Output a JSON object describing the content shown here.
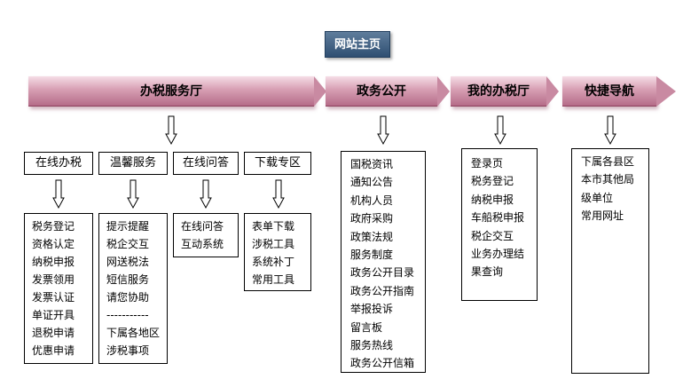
{
  "home": {
    "label": "网站主页"
  },
  "bands": [
    {
      "label": "办税服务厅"
    },
    {
      "label": "政务公开"
    },
    {
      "label": "我的办税厅"
    },
    {
      "label": "快捷导航"
    }
  ],
  "service_hall": {
    "categories": [
      {
        "label": "在线办税",
        "items": [
          "税务登记",
          "资格认定",
          "纳税申报",
          "发票领用",
          "发票认证",
          "单证开具",
          "退税申请",
          "优惠申请"
        ]
      },
      {
        "label": "温馨服务",
        "items": [
          "提示提醒",
          "税企交互",
          "网送税法",
          "短信服务",
          "请您协助",
          "-----------",
          "下属各地区",
          "涉税事项"
        ]
      },
      {
        "label": "在线问答",
        "items": [
          "在线问答",
          "互动系统"
        ]
      },
      {
        "label": "下载专区",
        "items": [
          "表单下载",
          "涉税工具",
          "系统补丁",
          "常用工具"
        ]
      }
    ]
  },
  "gov_affairs": {
    "items": [
      "国税资讯",
      "通知公告",
      "机构人员",
      "政府采购",
      "政策法规",
      "服务制度",
      "政务公开目录",
      "政务公开指南",
      "举报投诉",
      "留言板",
      "服务热线",
      "政务公开信箱"
    ]
  },
  "my_office": {
    "items": [
      "登录页",
      "税务登记",
      "纳税申报",
      "车船税申报",
      "税企交互",
      "业务办理结",
      "果查询"
    ]
  },
  "quick_nav": {
    "items": [
      "下属各县区",
      "本市其他局",
      "级单位",
      "常用网址"
    ]
  }
}
